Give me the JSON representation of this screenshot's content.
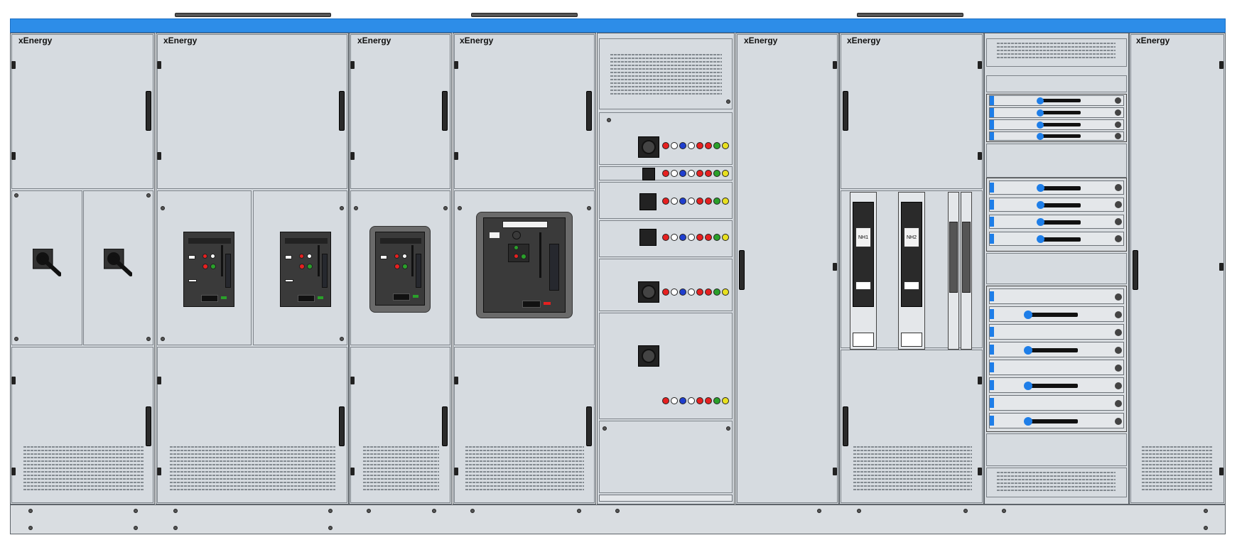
{
  "brand_label": "xEnergy",
  "switchgear": {
    "brand_labels": [
      "xEnergy",
      "xEnergy",
      "xEnergy",
      "xEnergy",
      "xEnergy",
      "xEnergy",
      "xEnergy"
    ],
    "fuse_labels": [
      "NH1",
      "NH2"
    ],
    "indicator_lamp_colors": [
      "#e62020",
      "#ffffff",
      "#1f3fcf",
      "#ffffff",
      "#e62020",
      "#e62020",
      "#2aa02a",
      "#e8e020"
    ]
  },
  "colors": {
    "frame_blue": "#2d8de8",
    "panel_grey": "#d6dbe0",
    "breaker_dark": "#3a3a3a"
  }
}
